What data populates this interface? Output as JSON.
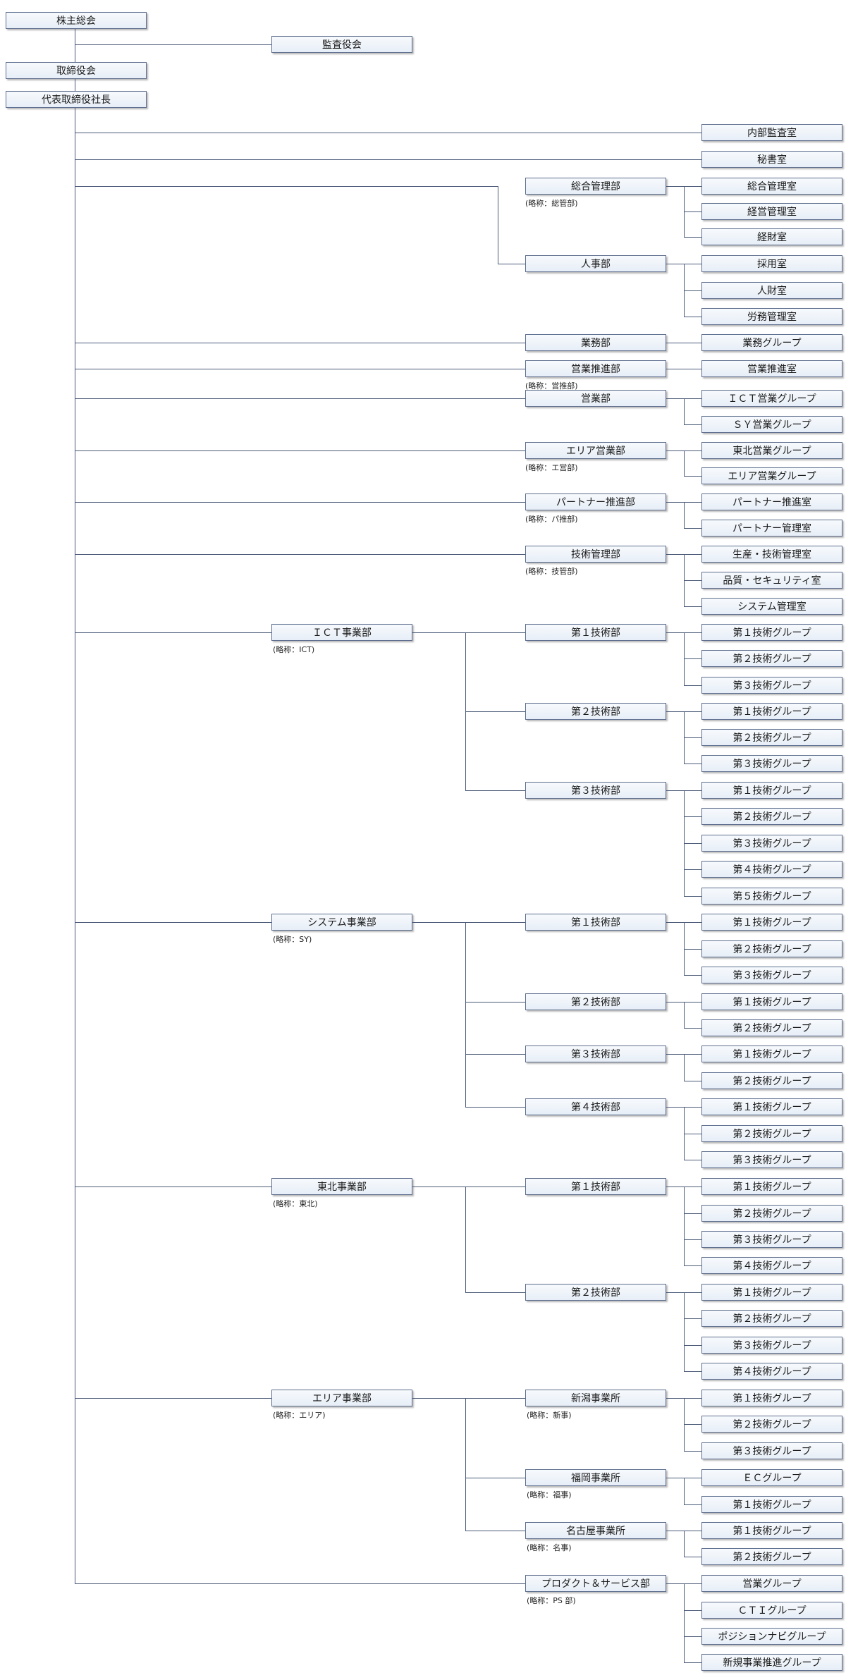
{
  "top": {
    "shareholders": "株主総会",
    "auditors": "監査役会",
    "board": "取締役会",
    "president": "代表取締役社長"
  },
  "departments": [
    {
      "name": "内部監査室"
    },
    {
      "name": "秘書室"
    },
    {
      "name": "総合管理部",
      "abbr": "(略称：総管部)",
      "subs": [
        {
          "name": "総合管理室"
        },
        {
          "name": "経営管理室"
        },
        {
          "name": "経財室"
        }
      ]
    },
    {
      "name": "人事部",
      "subs": [
        {
          "name": "採用室"
        },
        {
          "name": "人財室"
        },
        {
          "name": "労務管理室"
        }
      ]
    },
    {
      "name": "業務部",
      "subs": [
        {
          "name": "業務グループ"
        }
      ]
    },
    {
      "name": "営業推進部",
      "abbr": "(略称：営推部)",
      "subs": [
        {
          "name": "営業推進室"
        }
      ]
    },
    {
      "name": "営業部",
      "subs": [
        {
          "name": "ＩＣＴ営業グループ"
        },
        {
          "name": "ＳＹ営業グループ"
        }
      ]
    },
    {
      "name": "エリア営業部",
      "abbr": "(略称：エ営部)",
      "subs": [
        {
          "name": "東北営業グループ"
        },
        {
          "name": "エリア営業グループ"
        }
      ]
    },
    {
      "name": "パートナー推進部",
      "abbr": "(略称：パ推部)",
      "subs": [
        {
          "name": "パートナー推進室"
        },
        {
          "name": "パートナー管理室"
        }
      ]
    },
    {
      "name": "技術管理部",
      "abbr": "(略称：技管部)",
      "subs": [
        {
          "name": "生産・技術管理室"
        },
        {
          "name": "品質・セキュリティ室"
        },
        {
          "name": "システム管理室"
        }
      ]
    }
  ],
  "divisions": [
    {
      "name": "ＩＣＴ事業部",
      "abbr": "(略称：ICT)",
      "units": [
        {
          "name": "第１技術部",
          "subs": [
            {
              "name": "第１技術グループ"
            },
            {
              "name": "第２技術グループ"
            },
            {
              "name": "第３技術グループ"
            }
          ]
        },
        {
          "name": "第２技術部",
          "subs": [
            {
              "name": "第１技術グループ"
            },
            {
              "name": "第２技術グループ"
            },
            {
              "name": "第３技術グループ"
            }
          ]
        },
        {
          "name": "第３技術部",
          "subs": [
            {
              "name": "第１技術グループ"
            },
            {
              "name": "第２技術グループ"
            },
            {
              "name": "第３技術グループ"
            },
            {
              "name": "第４技術グループ"
            },
            {
              "name": "第５技術グループ"
            }
          ]
        }
      ]
    },
    {
      "name": "システム事業部",
      "abbr": "(略称：SY)",
      "units": [
        {
          "name": "第１技術部",
          "subs": [
            {
              "name": "第１技術グループ"
            },
            {
              "name": "第２技術グループ"
            },
            {
              "name": "第３技術グループ"
            }
          ]
        },
        {
          "name": "第２技術部",
          "subs": [
            {
              "name": "第１技術グループ"
            },
            {
              "name": "第２技術グループ"
            }
          ]
        },
        {
          "name": "第３技術部",
          "subs": [
            {
              "name": "第１技術グループ"
            },
            {
              "name": "第２技術グループ"
            }
          ]
        },
        {
          "name": "第４技術部",
          "subs": [
            {
              "name": "第１技術グループ"
            },
            {
              "name": "第２技術グループ"
            },
            {
              "name": "第３技術グループ"
            }
          ]
        }
      ]
    },
    {
      "name": "東北事業部",
      "abbr": "(略称：東北)",
      "units": [
        {
          "name": "第１技術部",
          "subs": [
            {
              "name": "第１技術グループ"
            },
            {
              "name": "第２技術グループ"
            },
            {
              "name": "第３技術グループ"
            },
            {
              "name": "第４技術グループ"
            }
          ]
        },
        {
          "name": "第２技術部",
          "subs": [
            {
              "name": "第１技術グループ"
            },
            {
              "name": "第２技術グループ"
            },
            {
              "name": "第３技術グループ"
            },
            {
              "name": "第４技術グループ"
            }
          ]
        }
      ]
    },
    {
      "name": "エリア事業部",
      "abbr": "(略称：エリア)",
      "units": [
        {
          "name": "新潟事業所",
          "abbr": "(略称：新事)",
          "subs": [
            {
              "name": "第１技術グループ"
            },
            {
              "name": "第２技術グループ"
            },
            {
              "name": "第３技術グループ"
            }
          ]
        },
        {
          "name": "福岡事業所",
          "abbr": "(略称：福事)",
          "subs": [
            {
              "name": "ＥＣグループ"
            },
            {
              "name": "第１技術グループ"
            }
          ]
        },
        {
          "name": "名古屋事業所",
          "abbr": "(略称：名事)",
          "subs": [
            {
              "name": "第１技術グループ"
            },
            {
              "name": "第２技術グループ"
            }
          ]
        }
      ]
    }
  ],
  "product": {
    "name": "プロダクト＆サービス部",
    "abbr": "(略称：PS 部)",
    "subs": [
      {
        "name": "営業グループ"
      },
      {
        "name": "ＣＴＩグループ"
      },
      {
        "name": "ポジションナビグループ"
      },
      {
        "name": "新規事業推進グループ"
      }
    ]
  }
}
